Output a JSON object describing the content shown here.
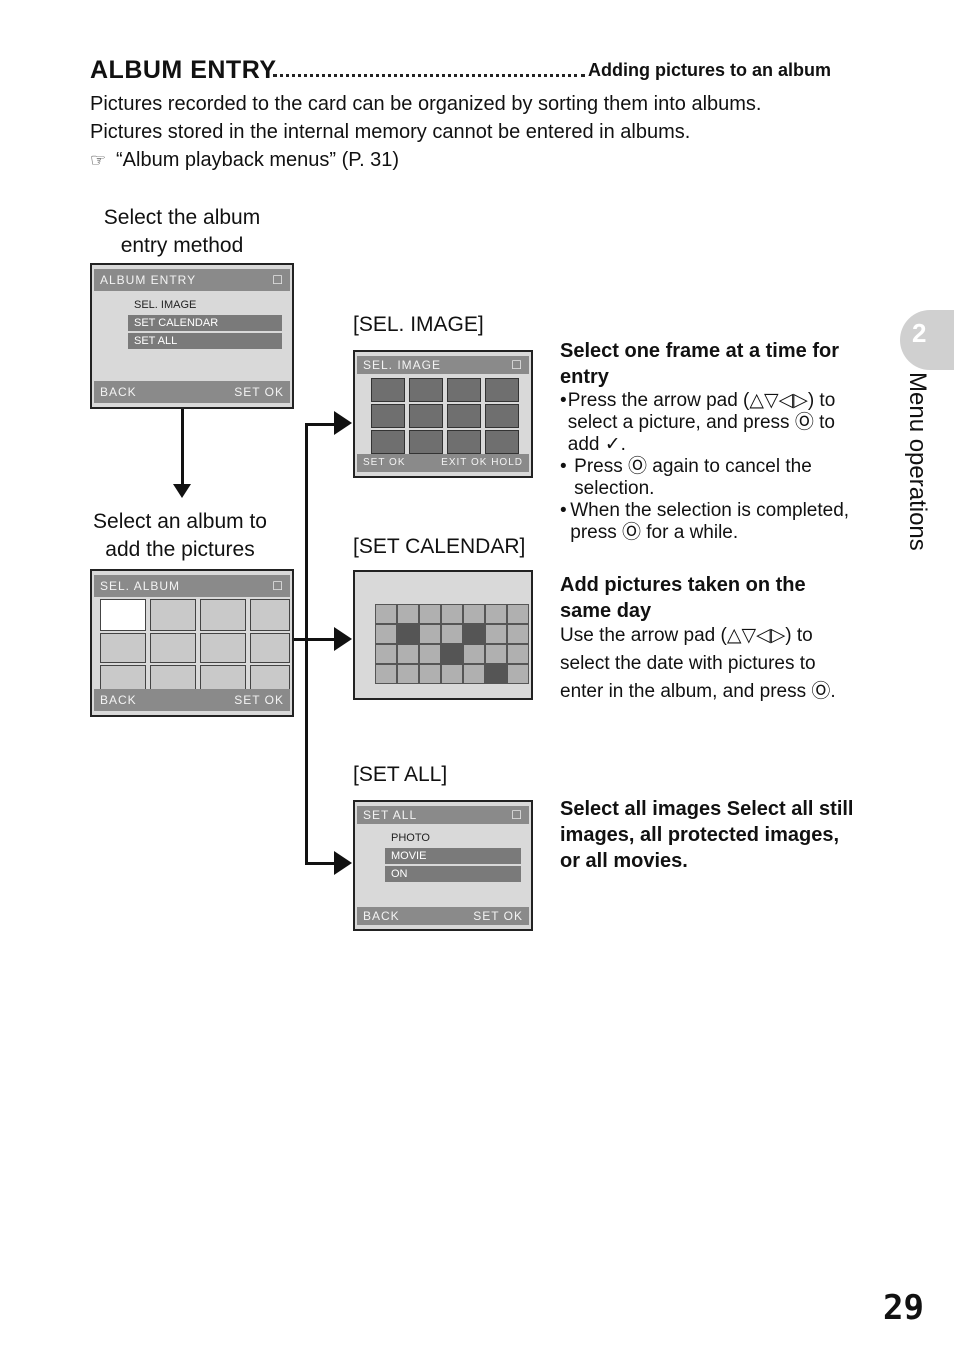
{
  "header": {
    "title": "ALBUM ENTRY",
    "subtitle": "Adding pictures to an album"
  },
  "intro": {
    "line1": "Pictures recorded to the card can be organized by sorting them into albums.",
    "line2": "Pictures stored in the internal memory cannot be entered in albums.",
    "ref_icon": "book-reference-icon",
    "ref_text": "“Album playback menus” (P. 31)"
  },
  "flow": {
    "step1_line1": "Select the album",
    "step1_line2": "entry method",
    "step2_line1": "Select an album to",
    "step2_line2": "add the pictures"
  },
  "screens": {
    "entry": {
      "title": "ALBUM ENTRY",
      "items": [
        "SEL. IMAGE",
        "SET CALENDAR",
        "SET ALL"
      ],
      "footer_left": "BACK",
      "footer_right": "SET OK"
    },
    "album": {
      "title": "SEL. ALBUM",
      "footer_left": "BACK",
      "footer_right": "SET OK"
    },
    "selimage": {
      "title": "SEL. IMAGE",
      "footer_left": "SET OK",
      "footer_right": "EXIT OK HOLD"
    },
    "setall": {
      "title": "SET ALL",
      "items": [
        "PHOTO",
        "MOVIE",
        "ON"
      ],
      "footer_left": "BACK",
      "footer_right": "SET OK"
    }
  },
  "options": {
    "sel_image": {
      "label": "[SEL. IMAGE]",
      "head": "Select one frame at a time for entry",
      "bullets": [
        "Press the arrow pad (△▽◁▷) to select a picture, and press Ⓞ to add ✓.",
        "Press Ⓞ again to cancel the selection.",
        "When the selection is completed, press Ⓞ for a while."
      ]
    },
    "set_calendar": {
      "label": "[SET CALENDAR]",
      "head": "Add pictures taken on the same day",
      "body": "Use the arrow pad (△▽◁▷) to select the date with pictures to enter in the album, and press Ⓞ."
    },
    "set_all": {
      "label": "[SET ALL]",
      "head": "Select all images Select all still images, all protected images, or all movies."
    }
  },
  "side_tab": {
    "number": "2",
    "text": "Menu operations"
  },
  "page_number": "29"
}
